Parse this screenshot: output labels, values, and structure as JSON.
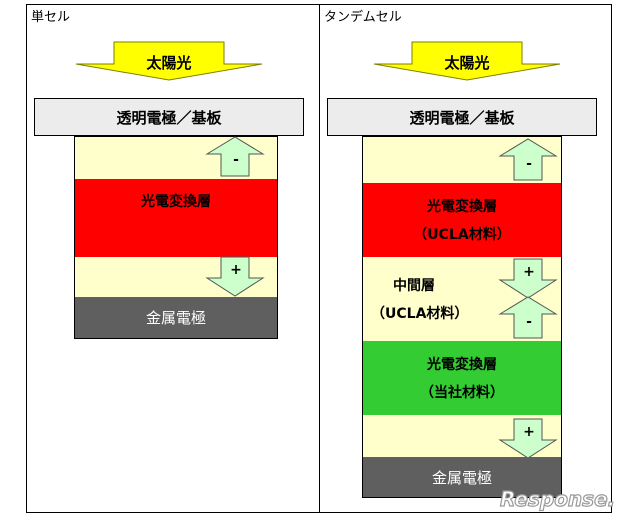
{
  "panels": {
    "single": {
      "label": "単セル",
      "sunlight": "太陽光",
      "substrate": "透明電極／基板",
      "conversion": "光電変換層",
      "electrode": "金属電極",
      "minus": "-",
      "plus": "+"
    },
    "tandem": {
      "label": "タンデムセル",
      "sunlight": "太陽光",
      "substrate": "透明電極／基板",
      "top_conversion": "光電変換層",
      "top_material": "（UCLA材料）",
      "middle": "中間層",
      "middle_material": "（UCLA材料）",
      "bottom_conversion": "光電変換層",
      "bottom_material": "（当社材料）",
      "electrode": "金属電極",
      "minus_top": "-",
      "plus_mid": "+",
      "minus_mid": "-",
      "plus_bottom": "+"
    }
  },
  "colors": {
    "sun_arrow": "#ffff00",
    "buffer": "#ffffcc",
    "conversion_red": "#ff0000",
    "conversion_green": "#33cc33",
    "electrode": "#5f5f5f",
    "carrier_arrow": "#ccffcc"
  },
  "watermark": "Response."
}
